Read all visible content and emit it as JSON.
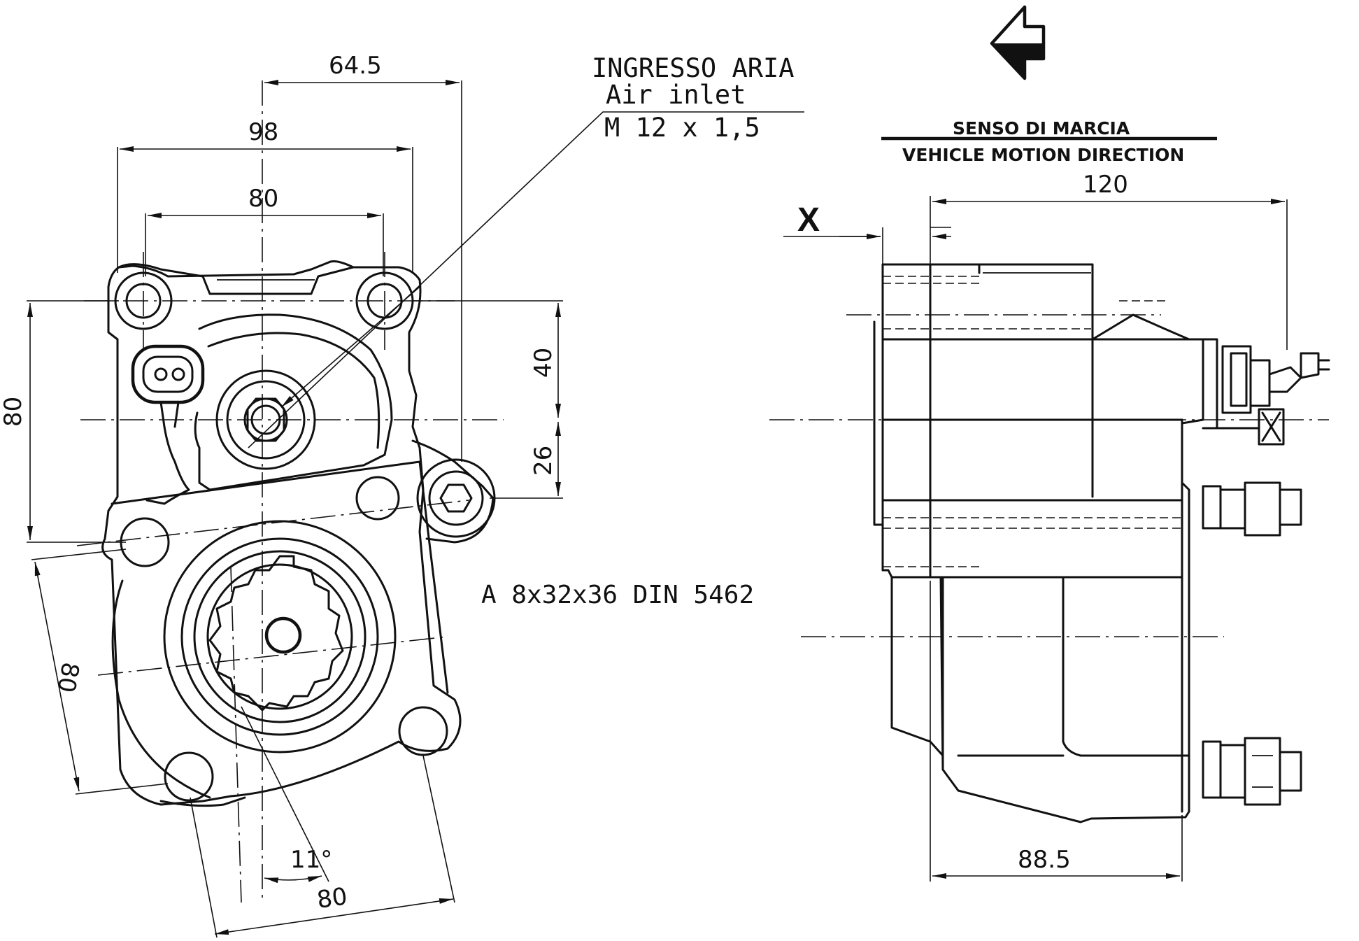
{
  "dimensions": {
    "d_64_5": "64.5",
    "d_98": "98",
    "d_80_top": "80",
    "d_80_left": "80",
    "d_80_rot": "80",
    "d_80_bottom": "80",
    "d_40": "40",
    "d_26": "26",
    "d_11deg": "11°",
    "d_120": "120",
    "d_88_5": "88.5",
    "d_x": "X"
  },
  "notes": {
    "air_inlet_it": "INGRESSO ARIA",
    "air_inlet_en": "Air inlet",
    "air_inlet_thread": "M 12 x 1,5",
    "spline": "A 8x32x36 DIN 5462",
    "direction_it": "SENSO DI MARCIA",
    "direction_en": "VEHICLE MOTION DIRECTION"
  }
}
